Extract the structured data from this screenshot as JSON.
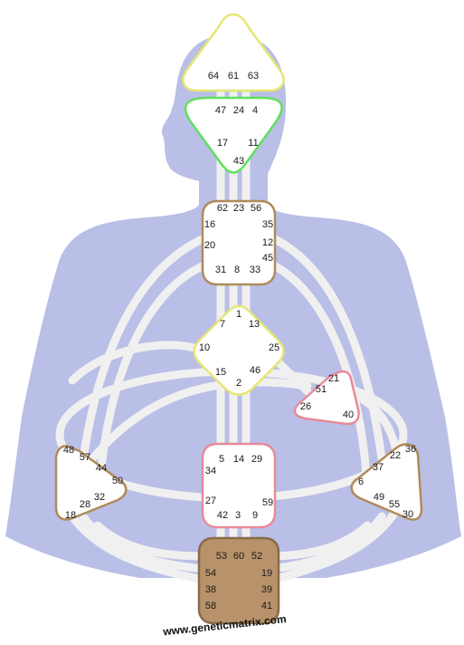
{
  "centers": [
    {
      "id": "head",
      "shape": "triangle-up",
      "fill": "#ffffff",
      "stroke": "#e6e674",
      "defined": false,
      "gates": [
        {
          "n": "64"
        },
        {
          "n": "61"
        },
        {
          "n": "63"
        }
      ]
    },
    {
      "id": "ajna",
      "shape": "triangle-down",
      "fill": "#ffffff",
      "stroke": "#5fe05f",
      "defined": false,
      "gates": [
        {
          "n": "47"
        },
        {
          "n": "24"
        },
        {
          "n": "4"
        },
        {
          "n": "17"
        },
        {
          "n": "11"
        },
        {
          "n": "43"
        }
      ]
    },
    {
      "id": "throat",
      "shape": "square",
      "fill": "#ffffff",
      "stroke": "#b08a5a",
      "defined": false,
      "gates": [
        {
          "n": "62"
        },
        {
          "n": "23"
        },
        {
          "n": "56"
        },
        {
          "n": "16"
        },
        {
          "n": "35"
        },
        {
          "n": "12"
        },
        {
          "n": "20"
        },
        {
          "n": "45"
        },
        {
          "n": "31"
        },
        {
          "n": "8"
        },
        {
          "n": "33"
        }
      ]
    },
    {
      "id": "g",
      "shape": "diamond",
      "fill": "#ffffff",
      "stroke": "#e6e674",
      "defined": false,
      "gates": [
        {
          "n": "1"
        },
        {
          "n": "7"
        },
        {
          "n": "13"
        },
        {
          "n": "10"
        },
        {
          "n": "25"
        },
        {
          "n": "15"
        },
        {
          "n": "46"
        },
        {
          "n": "2"
        }
      ]
    },
    {
      "id": "ego",
      "shape": "triangle",
      "fill": "#ffffff",
      "stroke": "#e88a9a",
      "defined": false,
      "gates": [
        {
          "n": "21"
        },
        {
          "n": "51"
        },
        {
          "n": "26"
        },
        {
          "n": "40"
        }
      ]
    },
    {
      "id": "spleen",
      "shape": "triangle",
      "fill": "#ffffff",
      "stroke": "#b08a5a",
      "defined": false,
      "gates": [
        {
          "n": "48"
        },
        {
          "n": "57"
        },
        {
          "n": "44"
        },
        {
          "n": "50"
        },
        {
          "n": "32"
        },
        {
          "n": "28"
        },
        {
          "n": "18"
        }
      ]
    },
    {
      "id": "sacral",
      "shape": "square",
      "fill": "#ffffff",
      "stroke": "#e88a9a",
      "defined": false,
      "gates": [
        {
          "n": "5"
        },
        {
          "n": "14"
        },
        {
          "n": "29"
        },
        {
          "n": "34"
        },
        {
          "n": "27"
        },
        {
          "n": "59"
        },
        {
          "n": "42"
        },
        {
          "n": "3"
        },
        {
          "n": "9"
        }
      ]
    },
    {
      "id": "solar-plexus",
      "shape": "triangle",
      "fill": "#ffffff",
      "stroke": "#b08a5a",
      "defined": false,
      "gates": [
        {
          "n": "36"
        },
        {
          "n": "22"
        },
        {
          "n": "37"
        },
        {
          "n": "6"
        },
        {
          "n": "49"
        },
        {
          "n": "55"
        },
        {
          "n": "30"
        }
      ]
    },
    {
      "id": "root",
      "shape": "square",
      "fill": "#b8926a",
      "stroke": "#8a6a4a",
      "defined": true,
      "gates": [
        {
          "n": "53"
        },
        {
          "n": "60"
        },
        {
          "n": "52"
        },
        {
          "n": "54"
        },
        {
          "n": "19"
        },
        {
          "n": "38"
        },
        {
          "n": "39"
        },
        {
          "n": "58"
        },
        {
          "n": "41"
        }
      ]
    }
  ],
  "colors": {
    "body": "#b9bfe6",
    "channel": "#f0f0f0",
    "background": "#ffffff"
  },
  "watermark": "www.geneticmatrix.com"
}
